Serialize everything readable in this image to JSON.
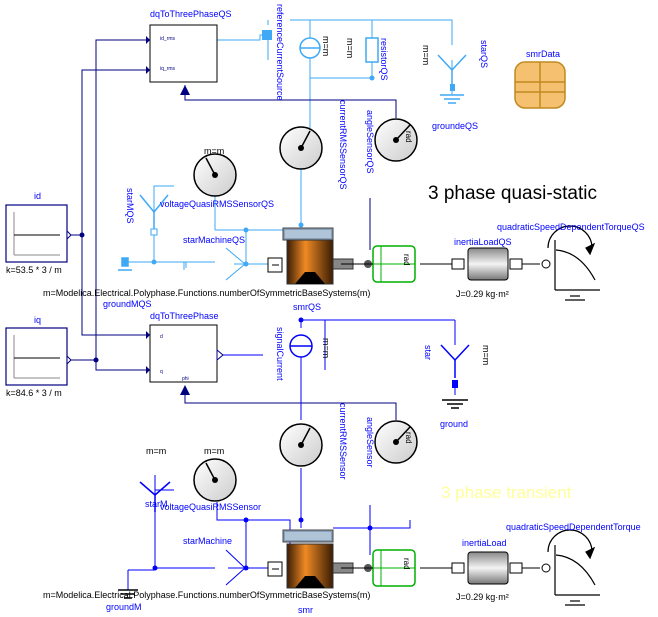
{
  "diagram": {
    "labels": {
      "dq_qs": "dqToThreePhaseQS",
      "dq_qs_in1": "id_rms",
      "dq_qs_in2": "iq_rms",
      "ref_current_source": "referenceCurrentSource",
      "mm_ref": "m=m",
      "resistor_qs": "resistorQS",
      "mm_res": "m=m",
      "star_qs": "starQS",
      "mm_starqs": "m=m",
      "ground_qs": "groundeQS",
      "smr_data": "smrData",
      "current_rms_qs": "currentRMSSensorQS",
      "angle_qs": "angleSensorQS",
      "mm_volt_qs": "m=m",
      "star_mqs": "starMQS",
      "volt_qs": "voltageQuasiRMSSensorQS",
      "title_qs": "3 phase quasi-static",
      "id": "id",
      "id_k": "k=53.5 * 3 / m",
      "star_machine_qs": "starMachineQS",
      "inertia_qs": "inertiaLoadQS",
      "quad_qs": "quadraticSpeedDependentTorqueQS",
      "j_qs": "J=0.29 kg·m²",
      "m_formula_qs": "m=Modelica.Electrical.Polyphase.Functions.numberOfSymmetricBaseSystems(m)",
      "smr_qs": "smrQS",
      "ground_mqs": "groundMQS",
      "iq": "iq",
      "iq_k": "k=84.6 * 3 / m",
      "dq": "dqToThreePhase",
      "dq_in1": "d",
      "dq_in2": "q",
      "dq_phi": "phi",
      "signal_current": "signalCurrent",
      "mm_sig": "m=m",
      "star": "star",
      "mm_star": "m=m",
      "ground": "ground",
      "current_rms": "currentRMSSensor",
      "angle": "angleSensor",
      "mm_m": "m=m",
      "mm_volt": "m=m",
      "star_m": "starM",
      "volt": "voltageQuasiRMSSensor",
      "title_tr": "3 phase transient",
      "star_machine": "starMachine",
      "inertia": "inertiaLoad",
      "quad": "quadraticSpeedDependentTorque",
      "j": "J=0.29 kg·m²",
      "m_formula": "m=Modelica.Electrical.Polyphase.Functions.numberOfSymmetricBaseSystems(m)",
      "smr": "smr",
      "ground_m": "groundM",
      "rad": "rad",
      "rad2": "rad",
      "rad3": "rad",
      "rad4": "rad"
    },
    "colors": {
      "block": "#000080",
      "blue": "#0000ff",
      "light_blue": "#3fa9f5",
      "green": "#00b000",
      "title_transient": "#ffff99"
    }
  }
}
